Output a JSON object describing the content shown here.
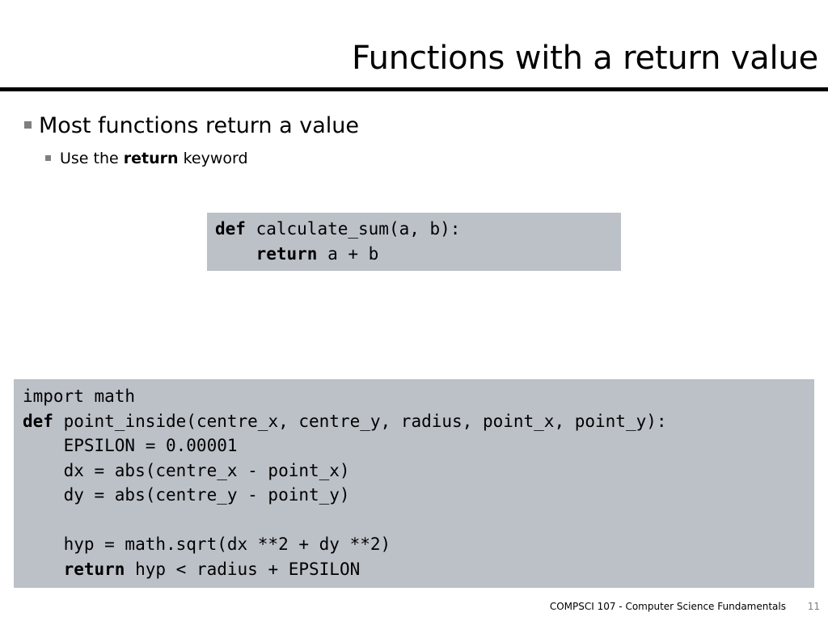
{
  "slide": {
    "title": "Functions with a return value",
    "bullets": {
      "level1": "Most functions return a value",
      "level2_before": "Use the ",
      "level2_keyword": "return",
      "level2_after": " keyword"
    },
    "code_block_1": {
      "line1_kw": "def",
      "line1_rest": " calculate_sum(a, b):",
      "line2_indent": "    ",
      "line2_kw": "return",
      "line2_rest": " a + b"
    },
    "code_block_2": {
      "line1": "import math",
      "line2_kw": "def",
      "line2_rest": " point_inside(centre_x, centre_y, radius, point_x, point_y):",
      "line3": "    EPSILON = 0.00001",
      "line4": "    dx = abs(centre_x - point_x)",
      "line5": "    dy = abs(centre_y - point_y)",
      "line6": "",
      "line7": "    hyp = math.sqrt(dx **2 + dy **2)",
      "line8_indent": "    ",
      "line8_kw": "return",
      "line8_rest": " hyp < radius + EPSILON"
    },
    "footer": {
      "course": "COMPSCI 107 - Computer Science Fundamentals",
      "page_number": "11"
    },
    "colors": {
      "code_background": "#bcc1c8",
      "bullet_square": "#7f7f7f",
      "title_rule": "#000000"
    }
  }
}
